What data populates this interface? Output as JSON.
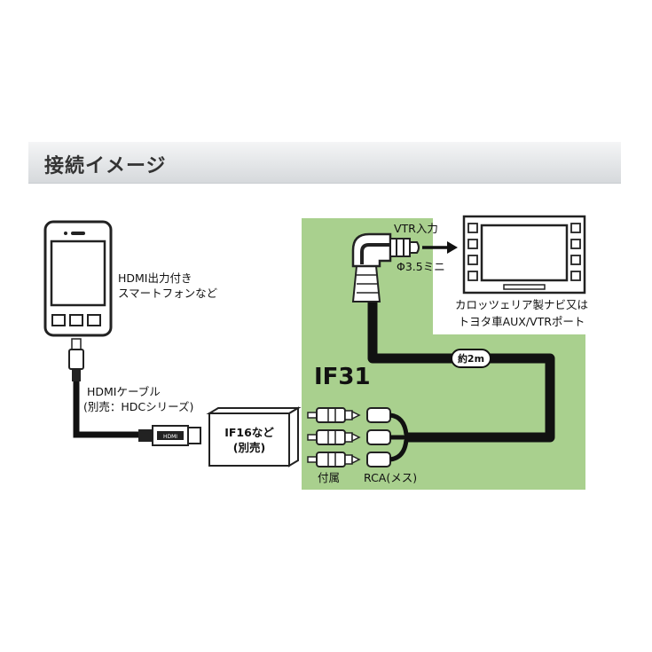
{
  "header": {
    "title": "接続イメージ"
  },
  "diagram": {
    "smartphone_label_line1": "HDMI出力付き",
    "smartphone_label_line2": "スマートフォンなど",
    "hdmi_cable_label_line1": "HDMIケーブル",
    "hdmi_cable_label_line2": "(別売：HDCシリーズ)",
    "hdmi_plug_text": "HDMI",
    "converter_label_line1": "IF16など",
    "converter_label_line2": "(別売)",
    "product_name": "IF31",
    "cable_length": "約2m",
    "vtr_input_label": "VTR入力",
    "mini_jack_label": "Φ3.5ミニ",
    "navi_label_line1": "カロッツェリア製ナビ又は",
    "navi_label_line2": "トヨタ車AUX/VTRポート",
    "included_label": "付属",
    "rca_label": "RCA(メス)"
  },
  "colors": {
    "green_panel": "#a9d08e",
    "cable": "#111111",
    "header_text": "#333333"
  }
}
